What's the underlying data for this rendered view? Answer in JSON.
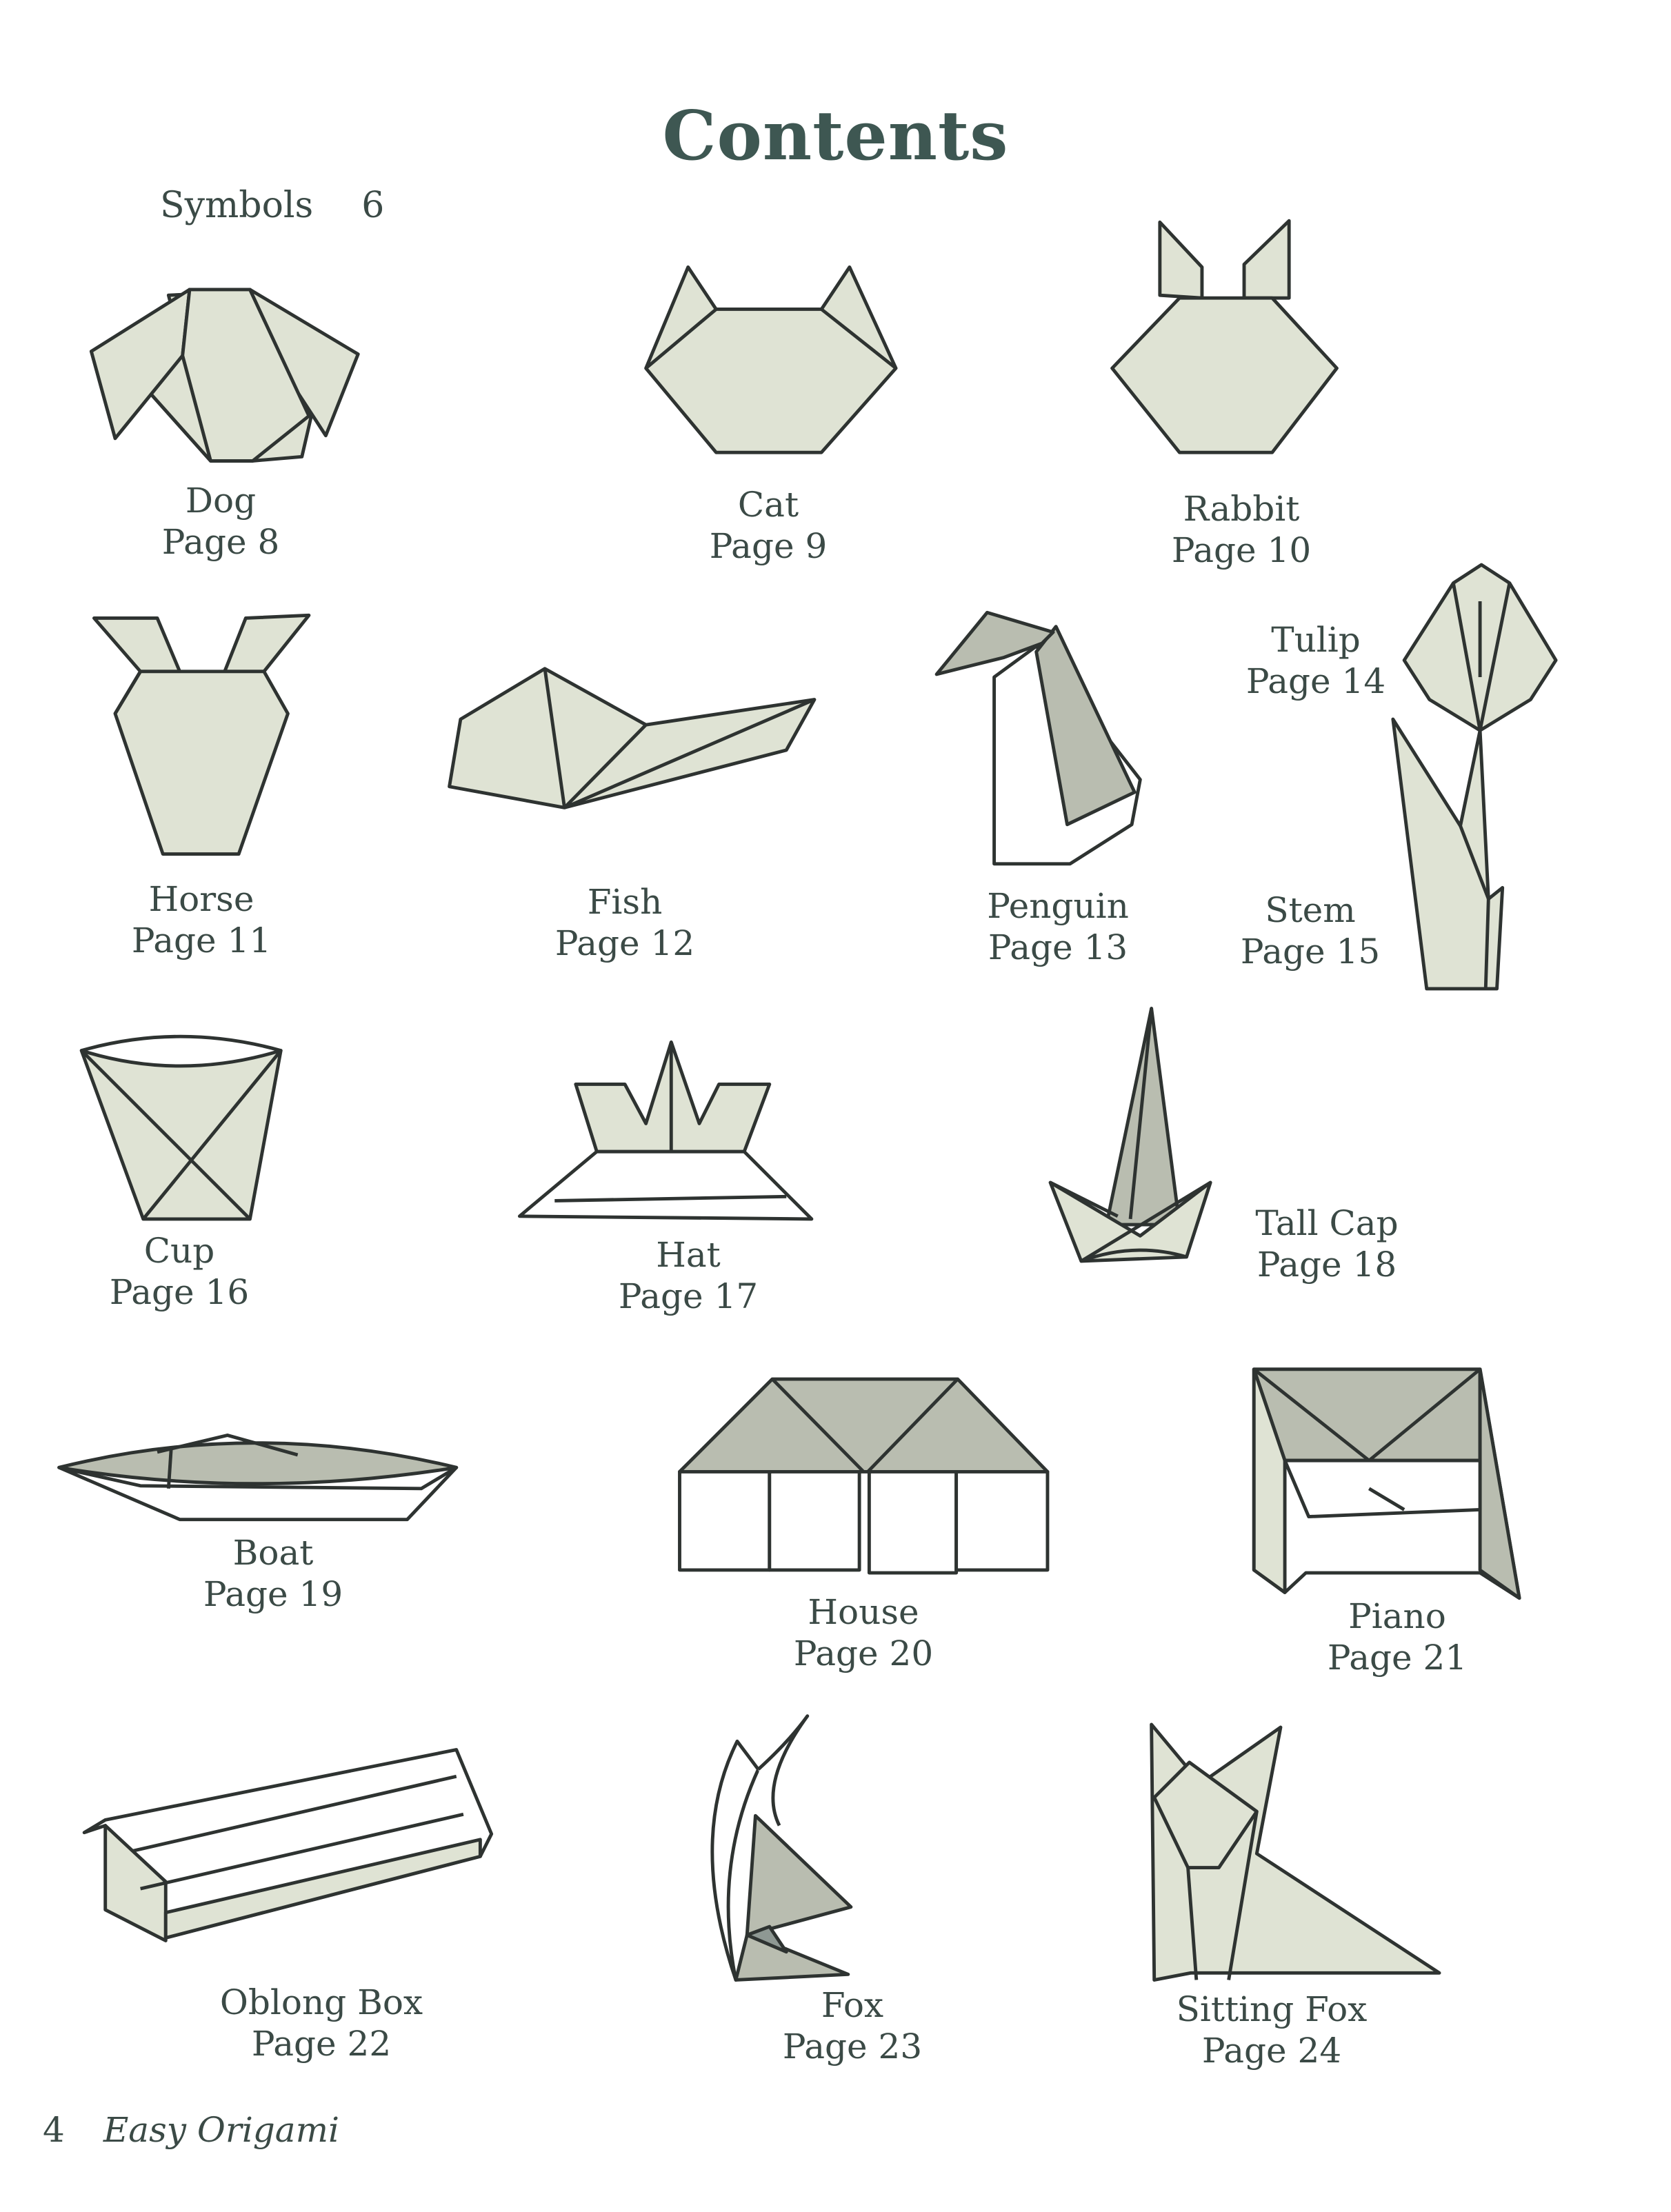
{
  "page": {
    "title": "Contents",
    "symbols": {
      "label": "Symbols",
      "page": "6"
    },
    "footer": {
      "page_number": "4",
      "book_title": "Easy Origami"
    }
  },
  "colors": {
    "text": "#3b4a46",
    "title": "#3e5752",
    "paper_light": "#dfe3d4",
    "paper_dark": "#b9bdb0",
    "outline": "#2e3331"
  },
  "items": [
    {
      "name": "Dog",
      "page": "Page 8"
    },
    {
      "name": "Cat",
      "page": "Page 9"
    },
    {
      "name": "Rabbit",
      "page": "Page 10"
    },
    {
      "name": "Horse",
      "page": "Page 11"
    },
    {
      "name": "Fish",
      "page": "Page 12"
    },
    {
      "name": "Penguin",
      "page": "Page 13"
    },
    {
      "name": "Tulip",
      "page": "Page 14"
    },
    {
      "name": "Stem",
      "page": "Page 15"
    },
    {
      "name": "Cup",
      "page": "Page 16"
    },
    {
      "name": "Hat",
      "page": "Page 17"
    },
    {
      "name": "Tall Cap",
      "page": "Page 18"
    },
    {
      "name": "Boat",
      "page": "Page 19"
    },
    {
      "name": "House",
      "page": "Page 20"
    },
    {
      "name": "Piano",
      "page": "Page 21"
    },
    {
      "name": "Oblong Box",
      "page": "Page 22"
    },
    {
      "name": "Fox",
      "page": "Page 23"
    },
    {
      "name": "Sitting Fox",
      "page": "Page 24"
    }
  ]
}
